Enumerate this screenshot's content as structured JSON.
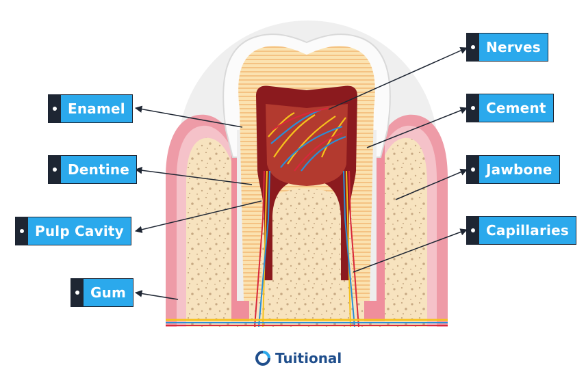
{
  "labels": {
    "enamel": "Enamel",
    "dentine": "Dentine",
    "pulp_cavity": "Pulp Cavity",
    "gum": "Gum",
    "nerves": "Nerves",
    "cement": "Cement",
    "jawbone": "Jawbone",
    "capillaries": "Capillaries"
  },
  "brand": {
    "name": "Tuitional"
  },
  "colors": {
    "label_bg": "#2ba9ec",
    "label_cap": "#1e2633",
    "bone": "#f7e3bf",
    "gum": "#ee9ba7",
    "pulp": "#8b1a1e",
    "nerve_yellow": "#f6c21c",
    "vessel_blue": "#2a8fd6",
    "vessel_red": "#d8283b",
    "brand_text": "#1f4e8c"
  }
}
